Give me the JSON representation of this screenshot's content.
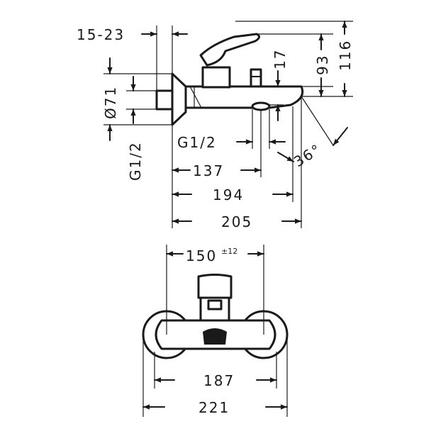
{
  "side_view": {
    "dims": {
      "inlet_range": "15-23",
      "diameter": "Ø71",
      "thread_inlet": "G1/2",
      "thread_outlet": "G1/2",
      "height_17": "17",
      "height_93": "93",
      "height_116": "116",
      "angle": "36°",
      "length_137": "137",
      "length_194": "194",
      "length_205": "205"
    }
  },
  "front_view": {
    "dims": {
      "centers": "150",
      "centers_tol": "±12",
      "width_187": "187",
      "width_221": "221"
    }
  }
}
